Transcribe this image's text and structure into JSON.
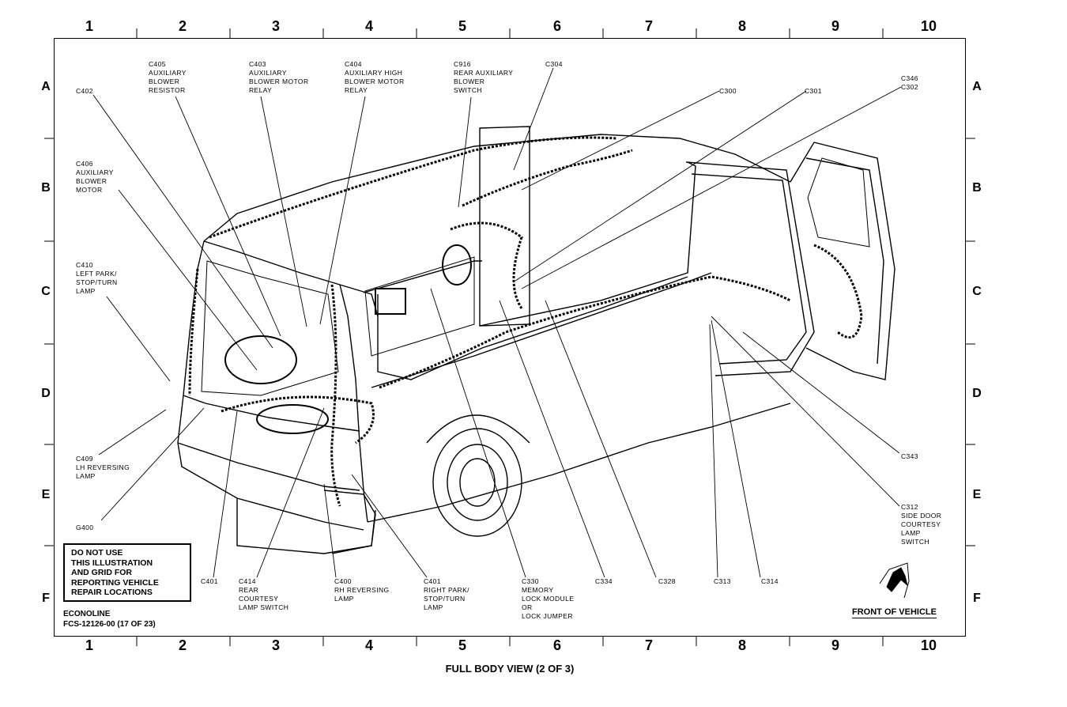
{
  "grid": {
    "columns": [
      "1",
      "2",
      "3",
      "4",
      "5",
      "6",
      "7",
      "8",
      "9",
      "10"
    ],
    "rows": [
      "A",
      "B",
      "C",
      "D",
      "E",
      "F"
    ]
  },
  "callouts": [
    {
      "id": "c402",
      "lines": [
        "C402"
      ]
    },
    {
      "id": "c405",
      "lines": [
        "C405",
        "AUXILIARY",
        "BLOWER",
        "RESISTOR"
      ]
    },
    {
      "id": "c403",
      "lines": [
        "C403",
        "AUXILIARY",
        "BLOWER MOTOR",
        "RELAY"
      ]
    },
    {
      "id": "c404",
      "lines": [
        "C404",
        "AUXILIARY HIGH",
        "BLOWER MOTOR",
        "RELAY"
      ]
    },
    {
      "id": "c916",
      "lines": [
        "C916",
        "REAR AUXILIARY",
        "BLOWER",
        "SWITCH"
      ]
    },
    {
      "id": "c304",
      "lines": [
        "C304"
      ]
    },
    {
      "id": "c300",
      "lines": [
        "C300"
      ]
    },
    {
      "id": "c301",
      "lines": [
        "C301"
      ]
    },
    {
      "id": "c346",
      "lines": [
        "C346",
        "C302"
      ]
    },
    {
      "id": "c406",
      "lines": [
        "C406",
        "AUXILIARY",
        "BLOWER",
        "MOTOR"
      ]
    },
    {
      "id": "c410",
      "lines": [
        "C410",
        "LEFT PARK/",
        "STOP/TURN",
        "LAMP"
      ]
    },
    {
      "id": "c409",
      "lines": [
        "C409",
        "LH REVERSING",
        "LAMP"
      ]
    },
    {
      "id": "g400",
      "lines": [
        "G400"
      ]
    },
    {
      "id": "c343",
      "lines": [
        "C343"
      ]
    },
    {
      "id": "c312",
      "lines": [
        "C312",
        "SIDE DOOR",
        "COURTESY",
        "LAMP",
        "SWITCH"
      ]
    },
    {
      "id": "c401a",
      "lines": [
        "C401"
      ]
    },
    {
      "id": "c414",
      "lines": [
        "C414",
        "REAR",
        "COURTESY",
        "LAMP SWITCH"
      ]
    },
    {
      "id": "c400",
      "lines": [
        "C400",
        "RH REVERSING",
        "LAMP"
      ]
    },
    {
      "id": "c401b",
      "lines": [
        "C401",
        "RIGHT PARK/",
        "STOP/TURN",
        "LAMP"
      ]
    },
    {
      "id": "c330",
      "lines": [
        "C330",
        "MEMORY",
        "LOCK MODULE",
        "OR",
        "LOCK JUMPER"
      ]
    },
    {
      "id": "c334",
      "lines": [
        "C334"
      ]
    },
    {
      "id": "c328",
      "lines": [
        "C328"
      ]
    },
    {
      "id": "c313",
      "lines": [
        "C313"
      ]
    },
    {
      "id": "c314",
      "lines": [
        "C314"
      ]
    }
  ],
  "warning": [
    "DO NOT USE",
    "THIS ILLUSTRATION",
    "AND GRID FOR",
    "REPORTING VEHICLE",
    "REPAIR  LOCATIONS"
  ],
  "model": [
    "ECONOLINE",
    "FCS-12126-00 (17 OF 23)"
  ],
  "front_label": "FRONT OF VEHICLE",
  "caption": "FULL BODY VIEW (2 OF 3)"
}
